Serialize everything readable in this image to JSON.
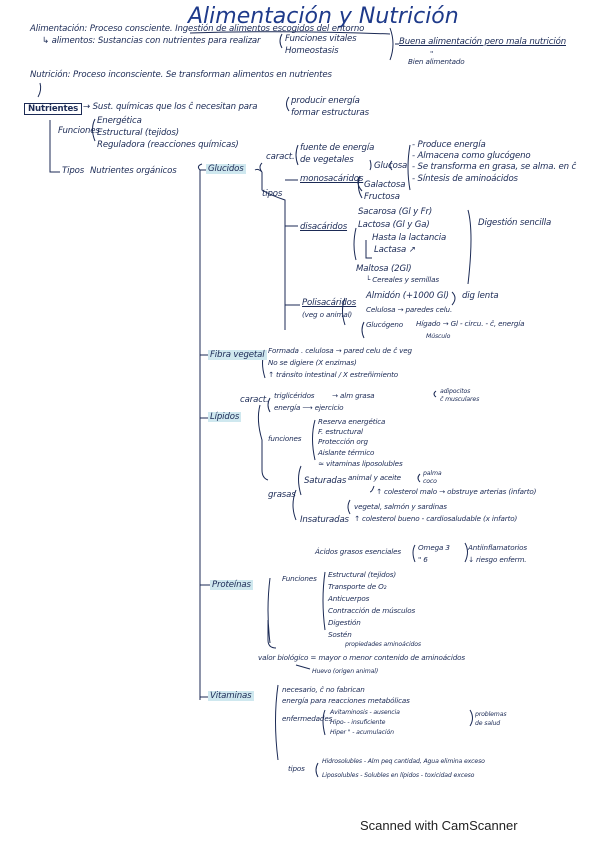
{
  "title": "Alimentación y Nutrición",
  "intro": {
    "alimentacion": "Alimentación: Proceso consciente. Ingestión de alimentos escogidos del entorno",
    "alimentos": "↳ alimentos: Sustancias con nutrientes para realizar",
    "funciones_vitales": "Funciones vitales",
    "homeostasis": "Homeostasis",
    "buena": "Buena alimentación pero mala nutrición",
    "quote": "\"",
    "bien": "Bien alimentado",
    "nutricion": "Nutrición: Proceso inconsciente. Se transforman alimentos en nutrientes"
  },
  "nutrientes": {
    "label": "Nutrientes",
    "def": "→ Sust. químicas que los ĉ necesitan para",
    "producir": "producir energía",
    "formar": "formar estructuras",
    "funciones": "Funciones",
    "energetica": "Energética",
    "estructural": "Estructural (tejidos)",
    "reguladora": "Reguladora (reacciones químicas)",
    "tipos": "Tipos",
    "organicos": "Nutrientes orgánicos"
  },
  "glucidos": {
    "label": "Glucidos",
    "caract": "caract.",
    "fuente1": "fuente de energía",
    "fuente2": "de vegetales",
    "tipos": "tipos",
    "mono": "monosacáridos",
    "glucosa": "Glucosa",
    "galactosa": "Galactosa",
    "fructosa": "Fructosa",
    "g1": "- Produce energía",
    "g2": "- Almacena como glucógeno",
    "g3": "- Se transforma en grasa, se alma. en ĉ",
    "g4": "- Síntesis de aminoácidos",
    "disacaridos": "disacáridos",
    "sacarosa": "Sacarosa (Gl y Fr)",
    "lactosa": "Lactosa (Gl y Ga)",
    "hasta": "Hasta la lactancia",
    "lactasa": "Lactasa ↗",
    "maltosa": "Maltosa (2Gl)",
    "cereales": "└ Cereales y semillas",
    "digestion": "Digestión sencilla",
    "poli": "Polisacáridos",
    "veg_o_animal": "(veg o animal)",
    "almidon": "Almidón (+1000 Gl)",
    "dig_lenta": "dig lenta",
    "celulosa": "Celulosa → paredes celu.",
    "glucogeno": "Glucógeno",
    "higado": "Hígado → Gl - circu. - ĉ, energía",
    "musculo": "Músculo"
  },
  "fibra": {
    "label": "Fibra vegetal",
    "l1": "Formada . celulosa → pared celu de ĉ veg",
    "l2": "No se digiere (X enzimas)",
    "l3": "↑ tránsito intestinal / X estreñimiento"
  },
  "lipidos": {
    "label": "Lípidos",
    "caract": "caract.",
    "trigliceridos": "triglicéridos",
    "alm_grasa": "→ alm grasa",
    "adipocitos": "adipocitos",
    "musculares": "ĉ musculares",
    "energia": "energía ⟶ ejercicio",
    "funciones": "funciones",
    "f1": "Reserva energética",
    "f2": "F. estructural",
    "f3": "Protección org",
    "f4": "Aislante térmico",
    "f5": "≃ vitaminas liposolubles",
    "grasas": "grasas",
    "saturadas": "Saturadas",
    "animal": "animal y aceite",
    "palma": "palma",
    "coco": "coco",
    "colesterol_malo": "↑ colesterol malo → obstruye arterias (infarto)",
    "insaturadas": "Insaturadas",
    "vegetal": "vegetal, salmón y sardinas",
    "colesterol_bueno": "↑ colesterol bueno - cardiosaludable (x infarto)",
    "acidos": "Ácidos grasos esenciales",
    "omega3": "Omega 3",
    "omega6": "\"   6",
    "antiinf": "Antiinflamatorios",
    "riesgo": "↓ riesgo enferm."
  },
  "proteinas": {
    "label": "Proteínas",
    "funciones": "Funciones",
    "f1": "Estructural (tejidos)",
    "f2": "Transporte de O₂",
    "f3": "Anticuerpos",
    "f4": "Contracción de músculos",
    "f5": "Digestión",
    "f6": "Sostén",
    "note": "propiedades aminoácidos",
    "valor": "valor biológico = mayor o menor contenido de aminoácidos",
    "huevo": "Huevo (origen animal)"
  },
  "vitaminas": {
    "label": "Vitaminas",
    "v1": "necesario, ĉ no fabrican",
    "v2": "energía para reacciones metabólicas",
    "enfermedades": "enfermedades",
    "avit": "Avitaminosis - ausencia",
    "hipo": "Hipo-  -  insuficiente",
    "hiper": "Hiper  \"   -  acumulación",
    "problemas": "problemas",
    "salud": "de salud",
    "tipos": "tipos",
    "hidro": "Hidrosolubles - Alm peq cantidad, Agua elimina exceso",
    "lipo": "Liposolubles - Solubles en lípidos - toxicidad exceso"
  },
  "footer": "Scanned with CamScanner"
}
